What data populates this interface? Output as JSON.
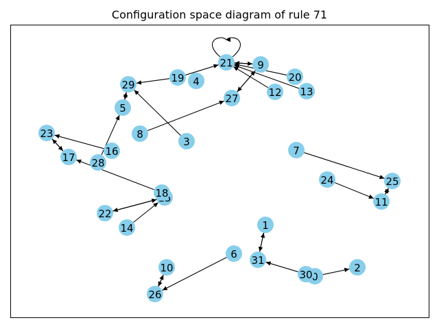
{
  "title": "Configuration space diagram of rule 71",
  "colors": {
    "node_fill": "#87CEEB",
    "edge": "#000000"
  },
  "graph": {
    "nodes": [
      "0",
      "1",
      "2",
      "3",
      "4",
      "5",
      "6",
      "7",
      "8",
      "9",
      "10",
      "11",
      "12",
      "13",
      "14",
      "15",
      "16",
      "17",
      "18",
      "19",
      "20",
      "21",
      "22",
      "23",
      "24",
      "25",
      "26",
      "27",
      "28",
      "29",
      "30",
      "31"
    ],
    "edges": [
      {
        "from": "21",
        "to": "21"
      },
      {
        "from": "19",
        "to": "21"
      },
      {
        "from": "20",
        "to": "21"
      },
      {
        "from": "12",
        "to": "21"
      },
      {
        "from": "13",
        "to": "21"
      },
      {
        "from": "9",
        "to": "21"
      },
      {
        "from": "21",
        "to": "9"
      },
      {
        "from": "9",
        "to": "27"
      },
      {
        "from": "27",
        "to": "9"
      },
      {
        "from": "8",
        "to": "27"
      },
      {
        "from": "19",
        "to": "29"
      },
      {
        "from": "3",
        "to": "29"
      },
      {
        "from": "5",
        "to": "29"
      },
      {
        "from": "29",
        "to": "5"
      },
      {
        "from": "28",
        "to": "5"
      },
      {
        "from": "16",
        "to": "23"
      },
      {
        "from": "23",
        "to": "17"
      },
      {
        "from": "17",
        "to": "23"
      },
      {
        "from": "18",
        "to": "17"
      },
      {
        "from": "15",
        "to": "22"
      },
      {
        "from": "22",
        "to": "15"
      },
      {
        "from": "14",
        "to": "15"
      },
      {
        "from": "7",
        "to": "25"
      },
      {
        "from": "24",
        "to": "11"
      },
      {
        "from": "11",
        "to": "25"
      },
      {
        "from": "25",
        "to": "11"
      },
      {
        "from": "31",
        "to": "1"
      },
      {
        "from": "1",
        "to": "31"
      },
      {
        "from": "30",
        "to": "31"
      },
      {
        "from": "0",
        "to": "2"
      },
      {
        "from": "6",
        "to": "26"
      },
      {
        "from": "10",
        "to": "26"
      },
      {
        "from": "26",
        "to": "10"
      }
    ]
  }
}
